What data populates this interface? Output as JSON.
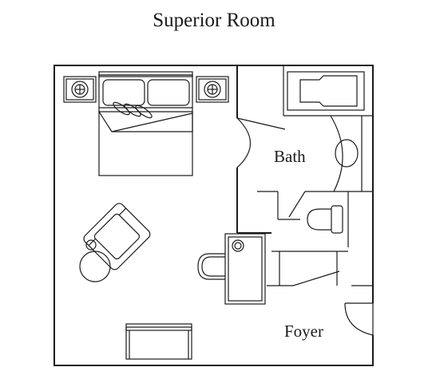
{
  "title": "Superior Room",
  "rooms": {
    "bath": "Bath",
    "foyer": "Foyer"
  }
}
